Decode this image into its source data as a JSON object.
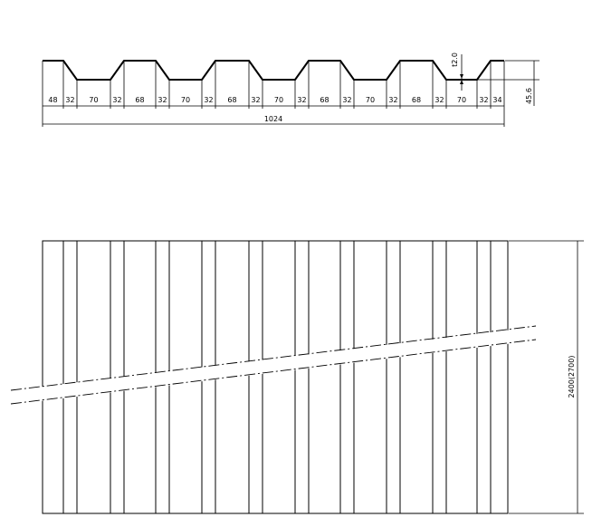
{
  "profile": {
    "segment_dims": [
      "48",
      "32",
      "70",
      "32",
      "68",
      "32",
      "70",
      "32",
      "68",
      "32",
      "70",
      "32",
      "68",
      "32",
      "70",
      "32",
      "68",
      "32",
      "70",
      "32",
      "34"
    ],
    "overall_width": "1024",
    "thickness": "t2.0",
    "height": "45.6"
  },
  "sheet": {
    "length": "2400(2700)"
  }
}
